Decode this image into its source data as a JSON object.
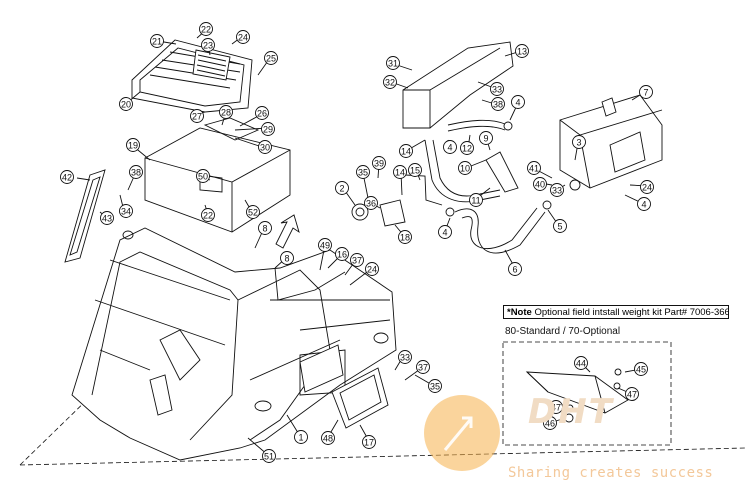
{
  "note": {
    "prefix": "*Note",
    "text": " Optional field intstall weight kit Part# 7006-366"
  },
  "subtitle": "80-Standard / 70-Optional",
  "watermark": {
    "logo": "DHT",
    "tagline": "Sharing creates success"
  },
  "callouts": [
    "22",
    "21",
    "23",
    "24",
    "25",
    "20",
    "27",
    "28",
    "26",
    "29",
    "30",
    "19",
    "50",
    "22",
    "52",
    "42",
    "38",
    "34",
    "43",
    "8",
    "8",
    "49",
    "16",
    "37",
    "24",
    "33",
    "37",
    "35",
    "1",
    "48",
    "17",
    "51",
    "31",
    "32",
    "13",
    "33",
    "38",
    "4",
    "7",
    "14",
    "4",
    "12",
    "9",
    "10",
    "39",
    "35",
    "14",
    "15",
    "2",
    "36",
    "18",
    "11",
    "4",
    "6",
    "5",
    "3",
    "41",
    "40",
    "33",
    "24",
    "4",
    "44",
    "45",
    "47",
    "47",
    "46"
  ],
  "colors": {
    "ink": "#111111",
    "watermark_orange": "#f6b04a"
  }
}
